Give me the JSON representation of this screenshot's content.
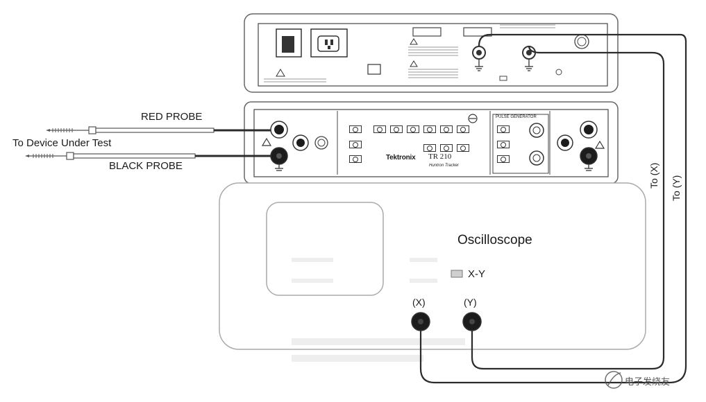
{
  "labels": {
    "red_probe": "RED PROBE",
    "black_probe": "BLACK PROBE",
    "device_under_test": "To Device Under Test",
    "to_x": "To (X)",
    "to_y": "To (Y)",
    "oscilloscope": "Oscilloscope",
    "xy_mode": "X-Y",
    "x_input": "(X)",
    "y_input": "(Y)"
  },
  "tracker": {
    "brand": "Tektronix",
    "model": "TR 210",
    "subtitle": "Huntron Tracker",
    "pulse_generator": "PULSE GENERATOR"
  },
  "watermark": "电子发烧友",
  "colors": {
    "line": "#333333",
    "cable": "#2b2b2b",
    "panel_fill": "#ffffff",
    "jack": "#1c1c1c"
  }
}
